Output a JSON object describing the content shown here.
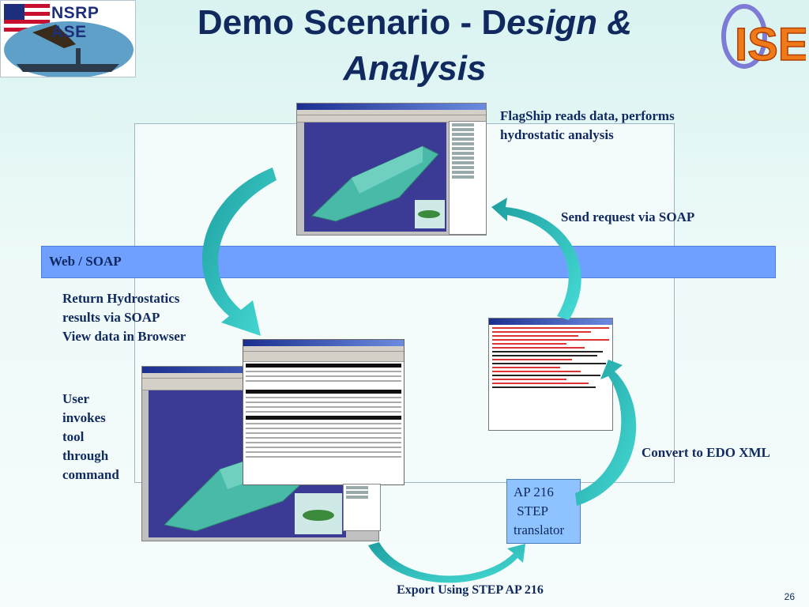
{
  "header": {
    "title_line1_plain": "Demo Scenario - D",
    "title_line1_italic": "esign &",
    "title_line2_italic": "Analysis"
  },
  "logos": {
    "left_logo_text": "NSRP ASE",
    "right_logo_text": "ISE"
  },
  "captions": {
    "flagship": "FlagShip reads data, performs hydrostatic analysis",
    "send_request": "Send request via SOAP",
    "web_soap": "Web / SOAP",
    "return_results_1": "Return Hydrostatics",
    "return_results_2": "results  via SOAP",
    "return_results_3": "View data in Browser",
    "user_invokes_1": "User",
    "user_invokes_2": "invokes",
    "user_invokes_3": "tool",
    "user_invokes_4": "through",
    "user_invokes_5": "command",
    "convert": "Convert to EDO XML",
    "translator_1": "AP 216",
    "translator_2": " STEP",
    "translator_3": "translator",
    "export": "Export Using STEP AP 216"
  },
  "footer": {
    "page_number": "26"
  },
  "colors": {
    "title": "#10295f",
    "soap_bar": "#6f9fff",
    "arrow": "#37c6c6",
    "translator_box": "#8fc3ff"
  },
  "icons": [
    "curved-arrow-icon"
  ]
}
